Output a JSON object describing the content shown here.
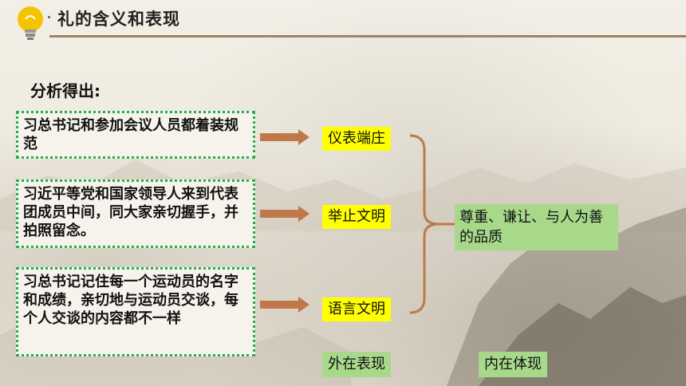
{
  "header": {
    "title": "礼的含义和表现"
  },
  "subtitle": "分析得出:",
  "evidence": [
    {
      "text": "习总书记和参加会议人员都着装规范"
    },
    {
      "text": "习近平等党和国家领导人来到代表团成员中间，同大家亲切握手，并拍照留念。"
    },
    {
      "text": "习总书记记住每一个运动员的名字和成绩，亲切地与运动员交谈，每个人交谈的内容都不一样"
    }
  ],
  "behaviors": [
    "仪表端庄",
    "举止文明",
    "语言文明"
  ],
  "quality": "尊重、谦让、与人为善的品质",
  "labels": {
    "outer": "外在表现",
    "inner": "内在体现"
  },
  "colors": {
    "evidence_border": "#22b04a",
    "behavior_fill": "#ffff00",
    "quality_fill": "#a8d88a",
    "arrow_fill": "#c0784a",
    "header_line": "#a0826a"
  },
  "icons": {
    "header": "lightbulb-icon",
    "arrow": "right-arrow-icon"
  }
}
